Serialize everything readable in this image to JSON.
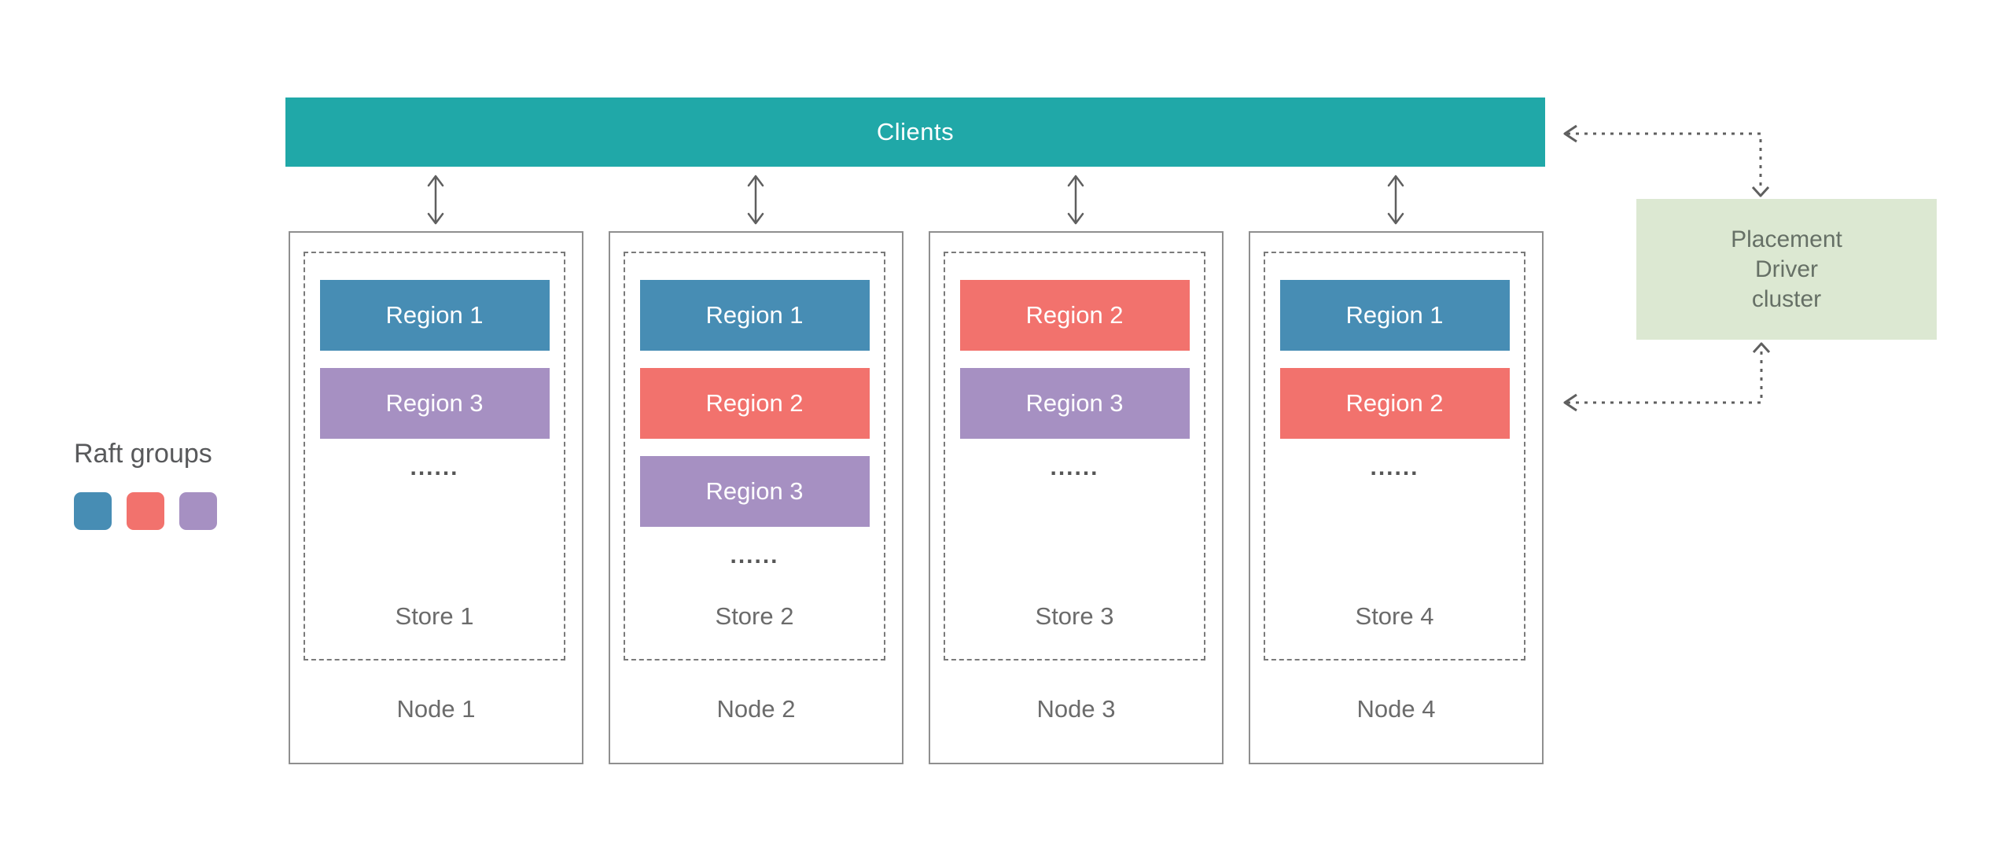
{
  "clients": {
    "label": "Clients",
    "color": "#20a8a8"
  },
  "legend": {
    "title": "Raft groups",
    "swatches": [
      {
        "name": "raft-group-region-1",
        "color": "#478db4"
      },
      {
        "name": "raft-group-region-2",
        "color": "#f2726d"
      },
      {
        "name": "raft-group-region-3",
        "color": "#a690c2"
      }
    ]
  },
  "placement_driver": {
    "lines": [
      "Placement",
      "Driver",
      "cluster"
    ],
    "color": "#dce8d2"
  },
  "nodes": [
    {
      "node_label": "Node 1",
      "store_label": "Store 1",
      "ellipsis": "......",
      "regions": [
        {
          "label": "Region 1",
          "color": "#478db4"
        },
        {
          "label": "Region 3",
          "color": "#a690c2"
        }
      ]
    },
    {
      "node_label": "Node 2",
      "store_label": "Store 2",
      "ellipsis": "......",
      "regions": [
        {
          "label": "Region 1",
          "color": "#478db4"
        },
        {
          "label": "Region 2",
          "color": "#f2726d"
        },
        {
          "label": "Region 3",
          "color": "#a690c2"
        }
      ]
    },
    {
      "node_label": "Node 3",
      "store_label": "Store 3",
      "ellipsis": "......",
      "regions": [
        {
          "label": "Region 2",
          "color": "#f2726d"
        },
        {
          "label": "Region 3",
          "color": "#a690c2"
        }
      ]
    },
    {
      "node_label": "Node 4",
      "store_label": "Store 4",
      "ellipsis": "......",
      "regions": [
        {
          "label": "Region 1",
          "color": "#478db4"
        },
        {
          "label": "Region 2",
          "color": "#f2726d"
        }
      ]
    }
  ]
}
